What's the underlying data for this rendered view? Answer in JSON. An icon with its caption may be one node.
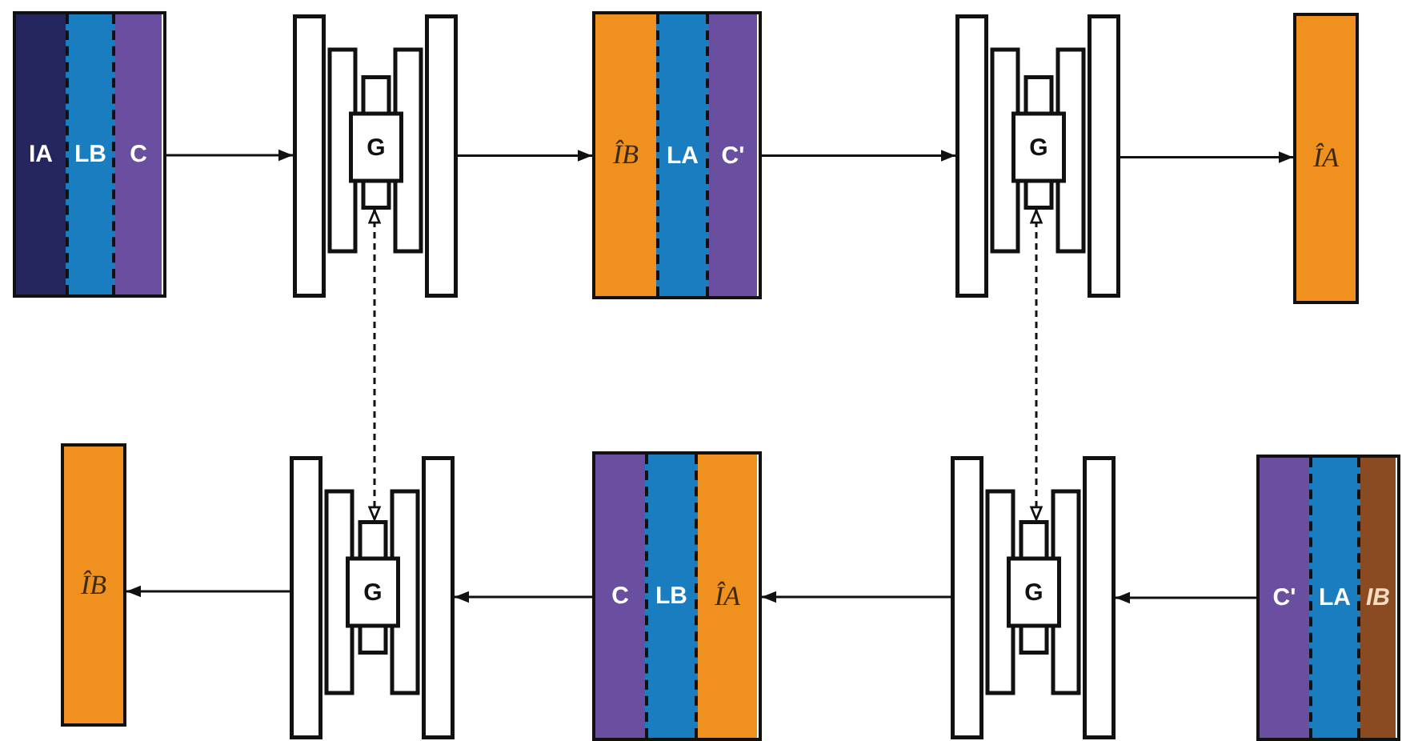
{
  "diagram": {
    "nodes": [
      {
        "text": [],
        "shape": "box"
      },
      {
        "text": [
          "IA"
        ],
        "in": 0
      },
      {
        "text": [
          "LB"
        ],
        "in": 0
      },
      {
        "text": [
          "C"
        ],
        "in": 0
      },
      {
        "text": [],
        "shape": "picture"
      },
      {
        "text": [
          "G"
        ],
        "in": 4
      },
      {
        "text": [],
        "shape": "box"
      },
      {
        "text": [
          "ÎB"
        ],
        "in": 6
      },
      {
        "text": [
          "LA"
        ],
        "in": 6
      },
      {
        "text": [
          "C'"
        ],
        "in": 6
      },
      {
        "text": [],
        "shape": "picture"
      },
      {
        "text": [
          "G"
        ],
        "in": 10
      },
      {
        "text": [
          "ÎA"
        ]
      },
      {
        "text": [
          "ÎB"
        ]
      },
      {
        "text": [],
        "shape": "picture"
      },
      {
        "text": [
          "G"
        ],
        "in": 14
      },
      {
        "text": [],
        "shape": "box"
      },
      {
        "text": [
          "C"
        ],
        "in": 16
      },
      {
        "text": [
          "LB"
        ],
        "in": 16
      },
      {
        "text": [
          "ÎA"
        ],
        "in": 16
      },
      {
        "text": [],
        "shape": "picture"
      },
      {
        "text": [
          "G"
        ],
        "in": 20
      },
      {
        "text": [],
        "shape": "box"
      },
      {
        "text": [
          "C'"
        ],
        "in": 22
      },
      {
        "text": [
          "LA"
        ],
        "in": 22
      },
      {
        "text": [
          "IB"
        ],
        "in": 22
      }
    ],
    "edges": [
      {
        "from": 0,
        "to": 4,
        "arrow": "to"
      },
      {
        "from": 4,
        "to": 6,
        "arrow": "to"
      },
      {
        "from": 6,
        "to": 10,
        "arrow": "to"
      },
      {
        "from": 10,
        "to": 12,
        "arrow": "to"
      },
      {
        "from": 5,
        "to": 15,
        "arrow": "both",
        "style": "dashed"
      },
      {
        "from": 11,
        "to": 21,
        "arrow": "both",
        "style": "dashed"
      },
      {
        "from": 22,
        "to": 20,
        "arrow": "to"
      },
      {
        "from": 20,
        "to": 16,
        "arrow": "to"
      },
      {
        "from": 16,
        "to": 14,
        "arrow": "to"
      },
      {
        "from": 14,
        "to": 13,
        "arrow": "to"
      }
    ]
  }
}
